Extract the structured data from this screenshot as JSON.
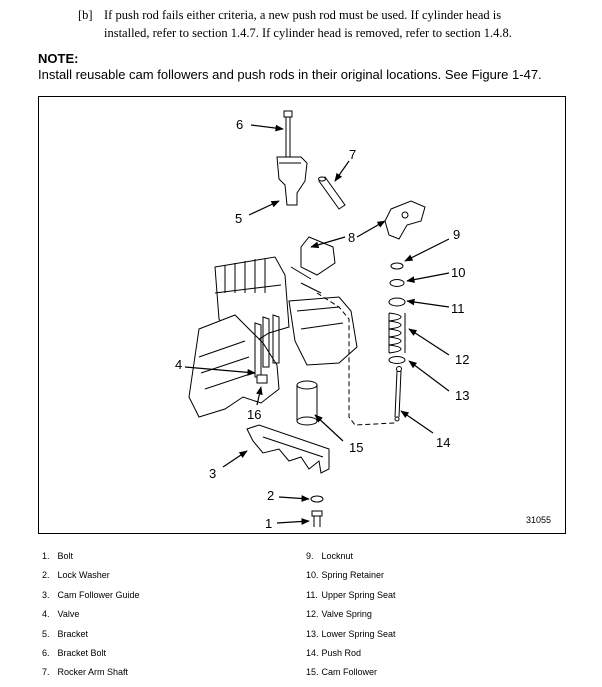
{
  "step": {
    "marker": "[b]",
    "line1": "If push rod fails either criteria, a new push rod must be used. If cylinder head is",
    "line2": "installed, refer to section 1.4.7. If cylinder head is removed, refer to section 1.4.8."
  },
  "note": {
    "heading": "NOTE:",
    "text": "Install reusable cam followers and push rods in their original locations. See Figure 1-47."
  },
  "figure": {
    "id": "31055",
    "callouts": [
      "1",
      "2",
      "3",
      "4",
      "5",
      "6",
      "7",
      "8",
      "9",
      "10",
      "11",
      "12",
      "13",
      "14",
      "15",
      "16"
    ]
  },
  "legend": {
    "left": [
      {
        "num": "1.",
        "label": "Bolt"
      },
      {
        "num": "2.",
        "label": "Lock Washer"
      },
      {
        "num": "3.",
        "label": "Cam Follower Guide"
      },
      {
        "num": "4.",
        "label": "Valve"
      },
      {
        "num": "5.",
        "label": "Bracket"
      },
      {
        "num": "6.",
        "label": "Bracket Bolt"
      },
      {
        "num": "7.",
        "label": "Rocker Arm Shaft"
      }
    ],
    "right": [
      {
        "num": "9.",
        "label": "Locknut"
      },
      {
        "num": "10.",
        "label": "Spring Retainer"
      },
      {
        "num": "11.",
        "label": "Upper Spring Seat"
      },
      {
        "num": "12.",
        "label": "Valve Spring"
      },
      {
        "num": "13.",
        "label": "Lower Spring Seat"
      },
      {
        "num": "14.",
        "label": "Push Rod"
      },
      {
        "num": "15.",
        "label": "Cam Follower"
      }
    ]
  }
}
